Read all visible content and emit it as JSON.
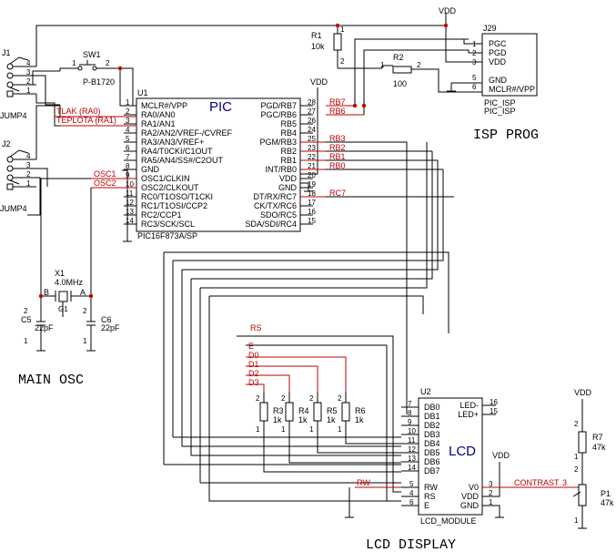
{
  "colors": {
    "wire": "#000000",
    "net": "#c00000",
    "title": "#00008b",
    "junction": "#c00000"
  },
  "labels": {
    "vdd": "VDD",
    "j1": "J1",
    "j2": "J2",
    "jump4": "JUMP4",
    "sw1": "SW1",
    "sw1_part": "P-B1720",
    "r1": "R1",
    "r1_val": "10k",
    "r2": "R2",
    "r2_val": "100",
    "j29": "J29",
    "pic_isp": "PIC_ISP",
    "u1": "U1",
    "u1_title": "PIC",
    "u1_part": "PIC16F873A/SP",
    "u2": "U2",
    "u2_title": "LCD",
    "u2_part": "LCD_MODULE",
    "tlak": "TLAK (RA0)",
    "teplota": "TEPLOTA (RA1)",
    "x1": "X1",
    "x1_val": "4.0MHz",
    "g1": "G1",
    "a": "A",
    "b": "B",
    "c5": "C5",
    "c5_val": "22pF",
    "c6": "C6",
    "c6_val": "22pF",
    "r3": "R3",
    "r4": "R4",
    "r5": "R5",
    "r6": "R6",
    "rk": "1k",
    "r7": "R7",
    "r7_val": "47k",
    "p1": "P1",
    "p1_val": "47k",
    "contrast": "CONTRAST",
    "contrast_pin": "3",
    "rw_net": "RW",
    "rs": "RS",
    "e": "E",
    "d0": "D0",
    "d1": "D1",
    "d2": "D2",
    "d3": "D3",
    "isp_prog": "ISP PROG",
    "main_osc": "MAIN OSC",
    "lcd_display": "LCD DISPLAY"
  },
  "j29_pins": [
    {
      "num": "1",
      "name": "PGC"
    },
    {
      "num": "2",
      "name": "PGD"
    },
    {
      "num": "3",
      "name": "VDD"
    },
    {
      "num": "5",
      "name": "GND"
    },
    {
      "num": "6",
      "name": "MCLR#/VPP"
    }
  ],
  "pic_left_pins": [
    {
      "num": "1",
      "name": "MCLR#/VPP"
    },
    {
      "num": "2",
      "name": "RA0/AN0"
    },
    {
      "num": "3",
      "name": "RA1/AN1"
    },
    {
      "num": "4",
      "name": "RA2/AN2/VREF-/CVREF"
    },
    {
      "num": "5",
      "name": "RA3/AN3/VREF+"
    },
    {
      "num": "6",
      "name": "RA4/T0CKI/C1OUT"
    },
    {
      "num": "7",
      "name": "RA5/AN4/SS#/C2OUT"
    },
    {
      "num": "8",
      "name": "GND"
    },
    {
      "num": "9",
      "name": "OSC1/CLKIN"
    },
    {
      "num": "10",
      "name": "OSC2/CLKOUT"
    },
    {
      "num": "11",
      "name": "RC0/T1OSO/T1CKI"
    },
    {
      "num": "12",
      "name": "RC1/T1OSI/CCP2"
    },
    {
      "num": "13",
      "name": "RC2/CCP1"
    },
    {
      "num": "14",
      "name": "RC3/SCK/SCL"
    }
  ],
  "pic_right_pins": [
    {
      "num": "28",
      "name": "PGD/RB7",
      "net": "RB7"
    },
    {
      "num": "27",
      "name": "PGC/RB6",
      "net": "RB6"
    },
    {
      "num": "26",
      "name": "RB5",
      "net": ""
    },
    {
      "num": "24",
      "name": "RB4",
      "net": ""
    },
    {
      "num": "25",
      "name": "PGM/RB3",
      "net": "RB3"
    },
    {
      "num": "23",
      "name": "RB2",
      "net": "RB2"
    },
    {
      "num": "22",
      "name": "RB1",
      "net": "RB1"
    },
    {
      "num": "21",
      "name": "INT/RB0",
      "net": "RB0"
    },
    {
      "num": "20",
      "name": "VDD",
      "net": ""
    },
    {
      "num": "19",
      "name": "GND",
      "net": ""
    },
    {
      "num": "18",
      "name": "DT/RX/RC7",
      "net": "RC7"
    },
    {
      "num": "17",
      "name": "CK/TX/RC6",
      "net": ""
    },
    {
      "num": "16",
      "name": "SDO/RC5",
      "net": ""
    },
    {
      "num": "15",
      "name": "SDA/SDI/RC4",
      "net": ""
    }
  ],
  "pic_left_nets": {
    "tlak": "TLAK (RA0)",
    "teplota": "TEPLOTA (RA1)",
    "osc1": "OSC1",
    "osc2": "OSC2"
  },
  "lcd_right_pins": [
    {
      "num": "16",
      "name": "LED-"
    },
    {
      "num": "15",
      "name": "LED+"
    }
  ],
  "lcd_left_pins": [
    {
      "num": "7",
      "name": "DB0"
    },
    {
      "num": "8",
      "name": "DB1"
    },
    {
      "num": "9",
      "name": "DB2"
    },
    {
      "num": "10",
      "name": "DB3"
    },
    {
      "num": "11",
      "name": "DB4"
    },
    {
      "num": "12",
      "name": "DB5"
    },
    {
      "num": "13",
      "name": "DB6"
    },
    {
      "num": "14",
      "name": "DB7"
    }
  ],
  "lcd_ctrl_pins": [
    {
      "num": "5",
      "name": "RW"
    },
    {
      "num": "4",
      "name": "RS"
    },
    {
      "num": "6",
      "name": "E"
    }
  ],
  "lcd_power_pins": [
    {
      "num": "3",
      "name": "V0"
    },
    {
      "num": "2",
      "name": "VDD"
    },
    {
      "num": "1",
      "name": "GND"
    }
  ],
  "jumper_pins": [
    "4",
    "3",
    "2",
    "1"
  ],
  "two_pin": {
    "one": "1",
    "two": "2"
  }
}
